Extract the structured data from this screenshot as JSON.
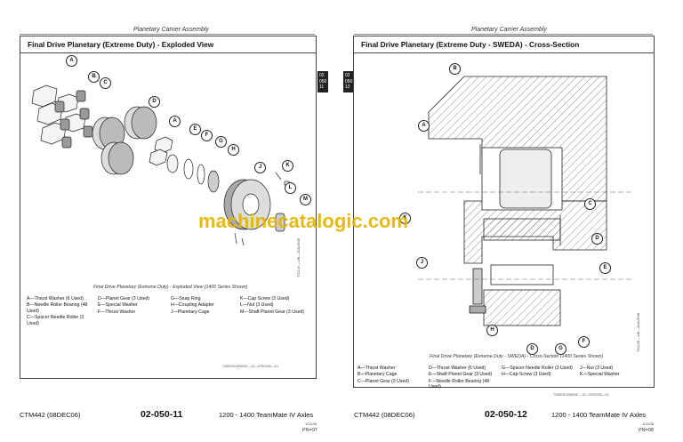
{
  "left_page": {
    "running_header": "Planetary Carrier Assembly",
    "figure_title": "Final Drive Planetary (Extreme Duty) - Exploded View",
    "section_tab": [
      "02",
      "050",
      "11"
    ],
    "callouts": [
      "A",
      "B",
      "C",
      "D",
      "A",
      "E",
      "F",
      "G",
      "H",
      "J",
      "K",
      "L",
      "M"
    ],
    "caption": "Final Drive Planetary (Extreme Duty) - Exploded View (1400 Series Shown)",
    "figure_id": "TX1144 —UN—20AUG08",
    "figure_ref": "TX55025,000000D —19—07NOV06—1/1",
    "legend": [
      [
        "A—Thrust Washer (6 Used)",
        "B—Needle Roller Bearing (48 Used)",
        "C—Spacer Needle Roller (3 Used)"
      ],
      [
        "D—Planet Gear (3 Used)",
        "E—Special Washer",
        "F—Thrust Washer"
      ],
      [
        "G—Snap Ring",
        "H—Coupling Adapter",
        "J—Planetary Cage"
      ],
      [
        "K—Cap Screw (3 Used)",
        "L—Nut (3 Used)",
        "M—Shaft Planet Gear (3 Used)"
      ]
    ],
    "footer_left": "CTM442 (08DEC06)",
    "page_number": "02-050-11",
    "footer_right": "1200 - 1400 TeamMate IV Axles",
    "footer_sub": "121106",
    "footer_pn": "PN=97"
  },
  "right_page": {
    "running_header": "Planetary Carrier Assembly",
    "figure_title": "Final Drive Planetary (Extreme Duty - SWEDA) - Cross-Section",
    "section_tab": [
      "02",
      "050",
      "12"
    ],
    "callouts": [
      "B",
      "A",
      "K",
      "C",
      "D",
      "J",
      "E",
      "H",
      "D",
      "G",
      "F"
    ],
    "caption": "Final Drive Planetary (Extreme Duty - SWEDA) - Cross-Section (1400 Series Shown)",
    "figure_id": "TX1145 —UN—20AUG08",
    "figure_ref": "TX55025,000000E —19—07NOV06—1/1",
    "legend": [
      [
        "A—Thrust Washer",
        "B—Planetary Cage",
        "C—Planet Gear (3 Used)"
      ],
      [
        "D—Thrust Washer (6 Used)",
        "E—Shaft Planet Gear (3 Used)",
        "F—Needle Roller Bearing (48 Used)"
      ],
      [
        "G—Spacer Needle Roller (3 Used)",
        "H—Cap Screw (3 Used)"
      ],
      [
        "J—Nut (3 Used)",
        "K—Special Washer"
      ]
    ],
    "footer_left": "CTM442 (08DEC06)",
    "page_number": "02-050-12",
    "footer_right": "1200 - 1400 TeamMate IV Axles",
    "footer_sub": "121106",
    "footer_pn": "PN=98"
  },
  "watermark": "machinecatalogic.com"
}
